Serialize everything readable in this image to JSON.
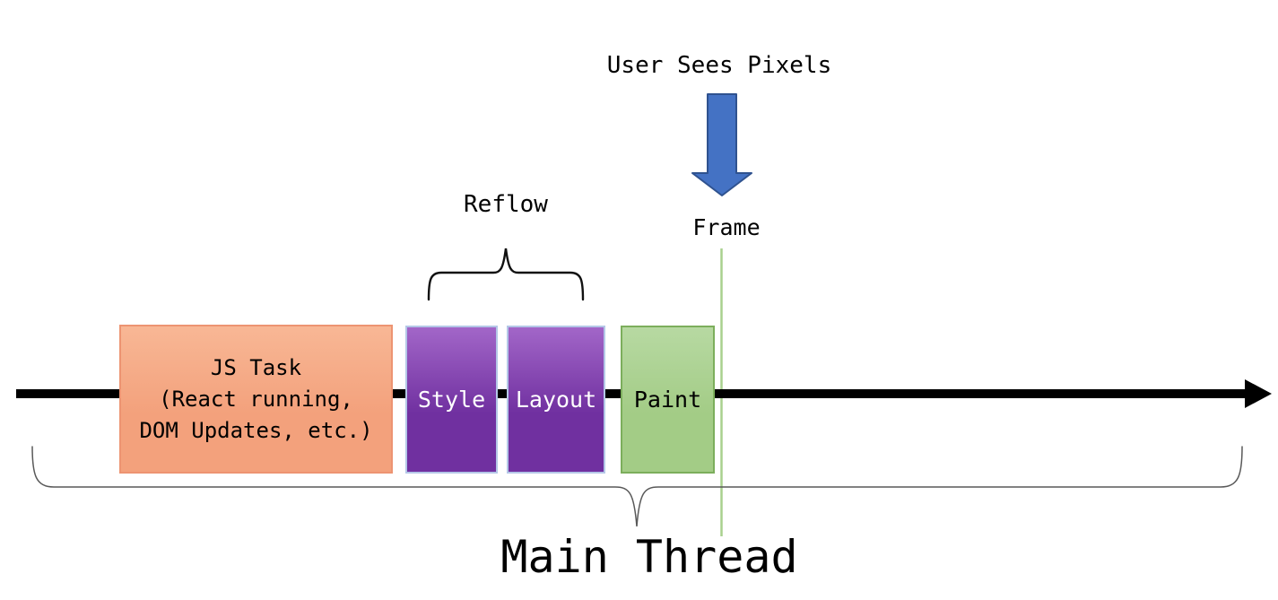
{
  "diagram": {
    "labels": {
      "user_sees_pixels": "User Sees Pixels",
      "frame": "Frame",
      "reflow": "Reflow",
      "main_thread": "Main Thread"
    },
    "blocks": [
      {
        "id": "js-task",
        "label_lines": [
          "JS Task",
          "(React running,",
          "DOM Updates, etc.)"
        ],
        "fill_top": "#F8B795",
        "fill_bottom": "#F3A17C",
        "border": "#ED9472",
        "text_color": "#000000"
      },
      {
        "id": "style",
        "label": "Style",
        "fill_top": "#A266C8",
        "fill_bottom": "#7030A0",
        "border": "#B4C7E7",
        "text_color": "#FFFFFF"
      },
      {
        "id": "layout",
        "label": "Layout",
        "fill_top": "#A266C8",
        "fill_bottom": "#7030A0",
        "border": "#B4C7E7",
        "text_color": "#FFFFFF"
      },
      {
        "id": "paint",
        "label": "Paint",
        "fill_top": "#B7D9A2",
        "fill_bottom": "#A3CC86",
        "border": "#7CAE5C",
        "text_color": "#000000"
      }
    ],
    "colors": {
      "background": "#FFFFFF",
      "timeline": "#000000",
      "arrow_fill": "#4472C4",
      "arrow_stroke": "#2F528F",
      "frame_line": "#A9D18E",
      "reflow_brace": "#111111",
      "main_brace": "#595959"
    }
  }
}
